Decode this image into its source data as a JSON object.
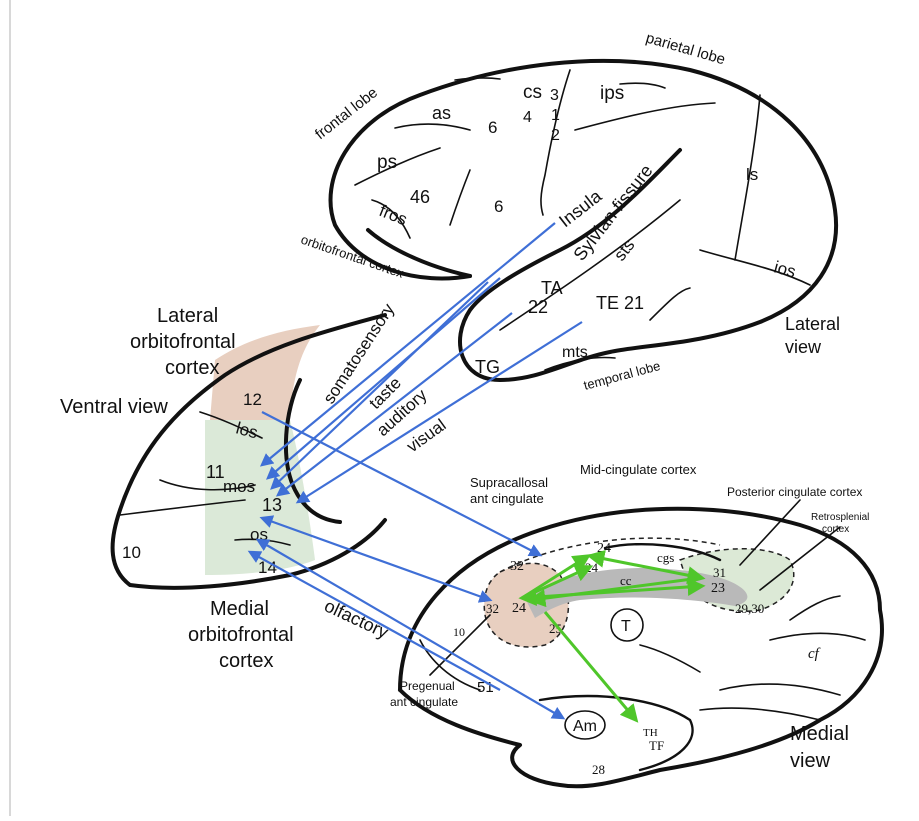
{
  "colors": {
    "blue_arrow": "#3f6fd6",
    "green_arrow": "#4fc62a",
    "lateral_ofc_shade": "#e8cfc0",
    "medial_ofc_shade": "#dbe9d8",
    "posterior_cingulate_shade": "#dce9d6",
    "cc_shade": "#b9b9b9"
  },
  "lateral_view": {
    "frontal_lobe": "frontal lobe",
    "parietal_lobe": "parietal lobe",
    "cs": "cs",
    "ips": "ips",
    "as": "as",
    "ps": "ps",
    "fros": "fros",
    "area_46": "46",
    "area_6a": "6",
    "area_6b": "6",
    "area_3": "3",
    "area_1": "1",
    "area_2": "2",
    "area_4": "4",
    "insula": "Insula",
    "sylvian_fissure": "Sylvian fissure",
    "sts": "sts",
    "ls": "ls",
    "ios": "ios",
    "ofc_label": "orbitofrontal cortex",
    "ta": "TA",
    "area_22": "22",
    "te21": "TE 21",
    "tg": "TG",
    "mts": "mts",
    "temporal_lobe": "temporal lobe",
    "view_label_line1": "Lateral",
    "view_label_line2": "view"
  },
  "ventral_view": {
    "lateral_ofc_line1": "Lateral",
    "lateral_ofc_line2": "orbitofrontal",
    "lateral_ofc_line3": "cortex",
    "view_label": "Ventral view",
    "area_12": "12",
    "los": "los",
    "area_11": "11",
    "mos": "mos",
    "area_13": "13",
    "area_10": "10",
    "os": "os",
    "area_14": "14",
    "medial_ofc_line1": "Medial",
    "medial_ofc_line2": "orbitofrontal",
    "medial_ofc_line3": "cortex"
  },
  "inputs": {
    "somatosensory": "somatosensory",
    "taste": "taste",
    "auditory": "auditory",
    "visual": "visual",
    "olfactory": "olfactory"
  },
  "medial_view": {
    "supracallosal_line1": "Supracallosal",
    "supracallosal_line2": "ant cingulate",
    "mid_cingulate": "Mid-cingulate cortex",
    "posterior_cingulate": "Posterior cingulate cortex",
    "retrosplenial_line1": "Retrosplenial",
    "retrosplenial_line2": "cortex",
    "area_32_top": "32",
    "area_24_top": "24",
    "area_24_mid": "24",
    "cgs": "cgs",
    "cc": "cc",
    "area_31": "31",
    "area_23": "23",
    "area_29_30": "29,30",
    "area_32_left": "32",
    "area_24_left": "24",
    "area_25": "25",
    "area_10": "10",
    "thalamus": "T",
    "cf": "cf",
    "area_51": "51",
    "pregenual_line1": "Pregenual",
    "pregenual_line2": "ant cingulate",
    "amygdala": "Am",
    "tf_top": "TH",
    "tf": "TF",
    "area_28": "28",
    "view_label_line1": "Medial",
    "view_label_line2": "view"
  }
}
